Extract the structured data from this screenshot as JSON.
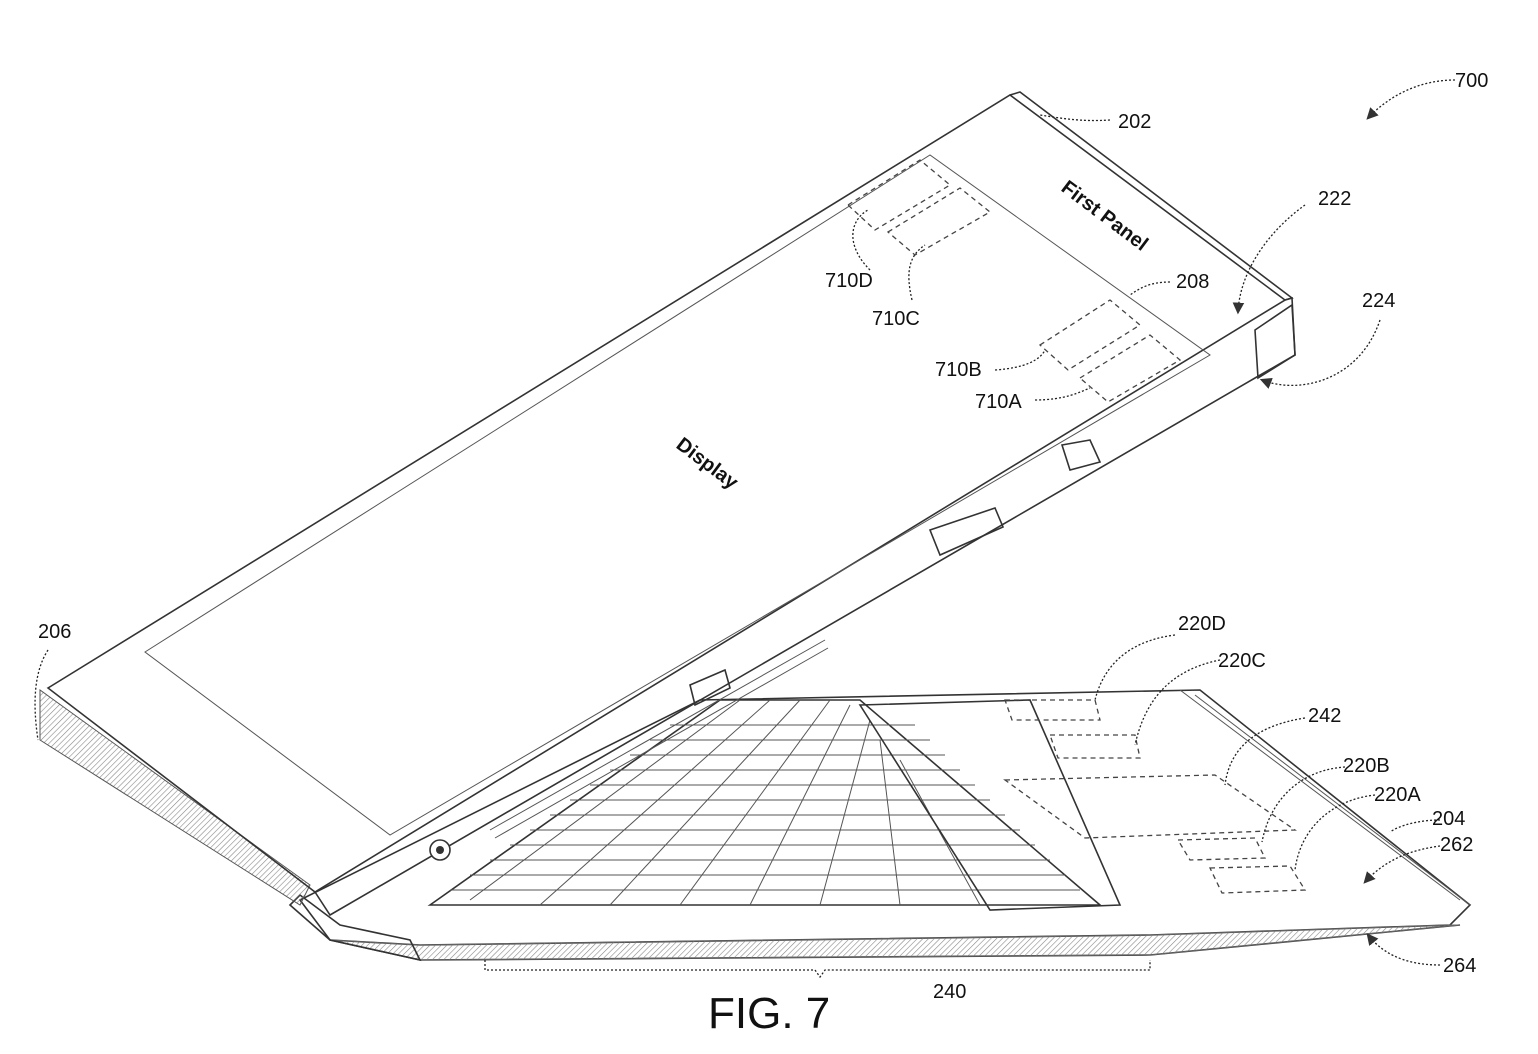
{
  "figure": {
    "caption": "FIG. 7",
    "ref_main": "700",
    "texts": {
      "first_panel": "First Panel",
      "display": "Display"
    },
    "labels": {
      "l202": "202",
      "l222": "222",
      "l224": "224",
      "l208": "208",
      "l206": "206",
      "l710D": "710D",
      "l710C": "710C",
      "l710B": "710B",
      "l710A": "710A",
      "l220D": "220D",
      "l220C": "220C",
      "l242": "242",
      "l220B": "220B",
      "l220A": "220A",
      "l204": "204",
      "l262": "262",
      "l264": "264",
      "l240": "240"
    }
  }
}
